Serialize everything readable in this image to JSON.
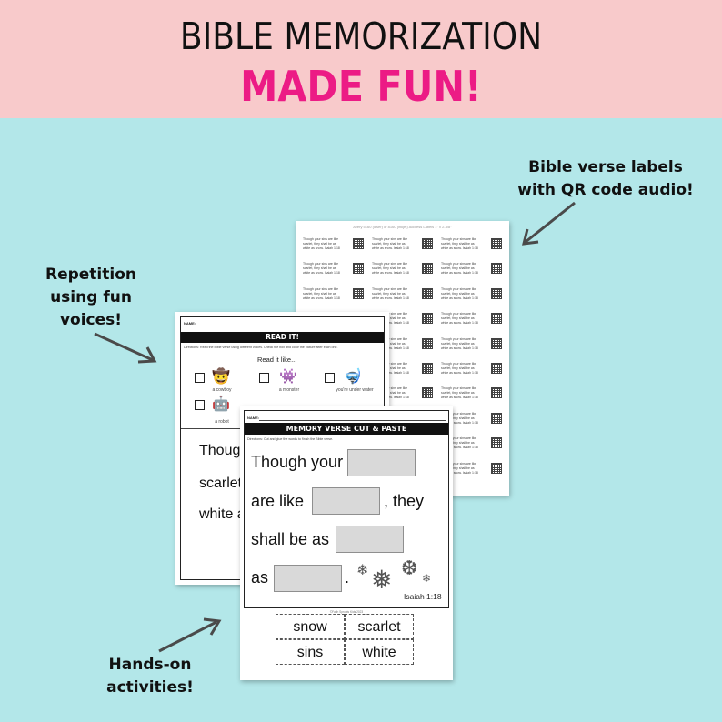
{
  "banner": {
    "line1": "BIBLE MEMORIZATION",
    "line2": "MADE FUN!"
  },
  "callouts": {
    "labels": [
      "Bible verse labels",
      "with QR code audio!"
    ],
    "voices": [
      "Repetition",
      "using fun",
      "voices!"
    ],
    "hands_on": [
      "Hands-on",
      "activities!"
    ]
  },
  "labels_sheet": {
    "header": "Avery 5160 (laser) or 8160 (inkjet) Address Labels   1\" x 2-5/8\"",
    "label_lines": [
      "Though your sins are like",
      "scarlet, they shall be as",
      "white as snow. Isaiah 1:18"
    ],
    "rows": 10,
    "cols": 3
  },
  "readit_sheet": {
    "name_label": "NAME:",
    "title": "READ IT!",
    "directions": "Directions: Read the Bible verse using different voices. Check the box and color the picture after each one.",
    "subtitle": "Read it like...",
    "voices": [
      {
        "caption": "a cowboy",
        "icon": "cowboy-hat-icon"
      },
      {
        "caption": "a monster",
        "icon": "monster-icon"
      },
      {
        "caption": "you're under water",
        "icon": "snorkel-mask-icon"
      },
      {
        "caption": "a robot",
        "icon": "robot-icon"
      }
    ],
    "verse_words": [
      "Though",
      "scarlet",
      "white a"
    ]
  },
  "cut_sheet": {
    "name_label": "NAME:",
    "title": "MEMORY VERSE CUT & PASTE",
    "directions": "Directions: Cut and glue the words to finish the Bible verse.",
    "lines": {
      "l1": "Though your",
      "l2": "are like",
      "l2b": ", they",
      "l3": "shall be as",
      "l4": "as",
      "l4b": "."
    },
    "reference": "Isaiah 1:18",
    "footer": "©Faith Sprouts Kids 2023"
  },
  "word_cards": [
    "snow",
    "scarlet",
    "sins",
    "white"
  ],
  "colors": {
    "background": "#b3e7e9",
    "banner": "#f8cacb",
    "accent": "#ec1b85"
  }
}
